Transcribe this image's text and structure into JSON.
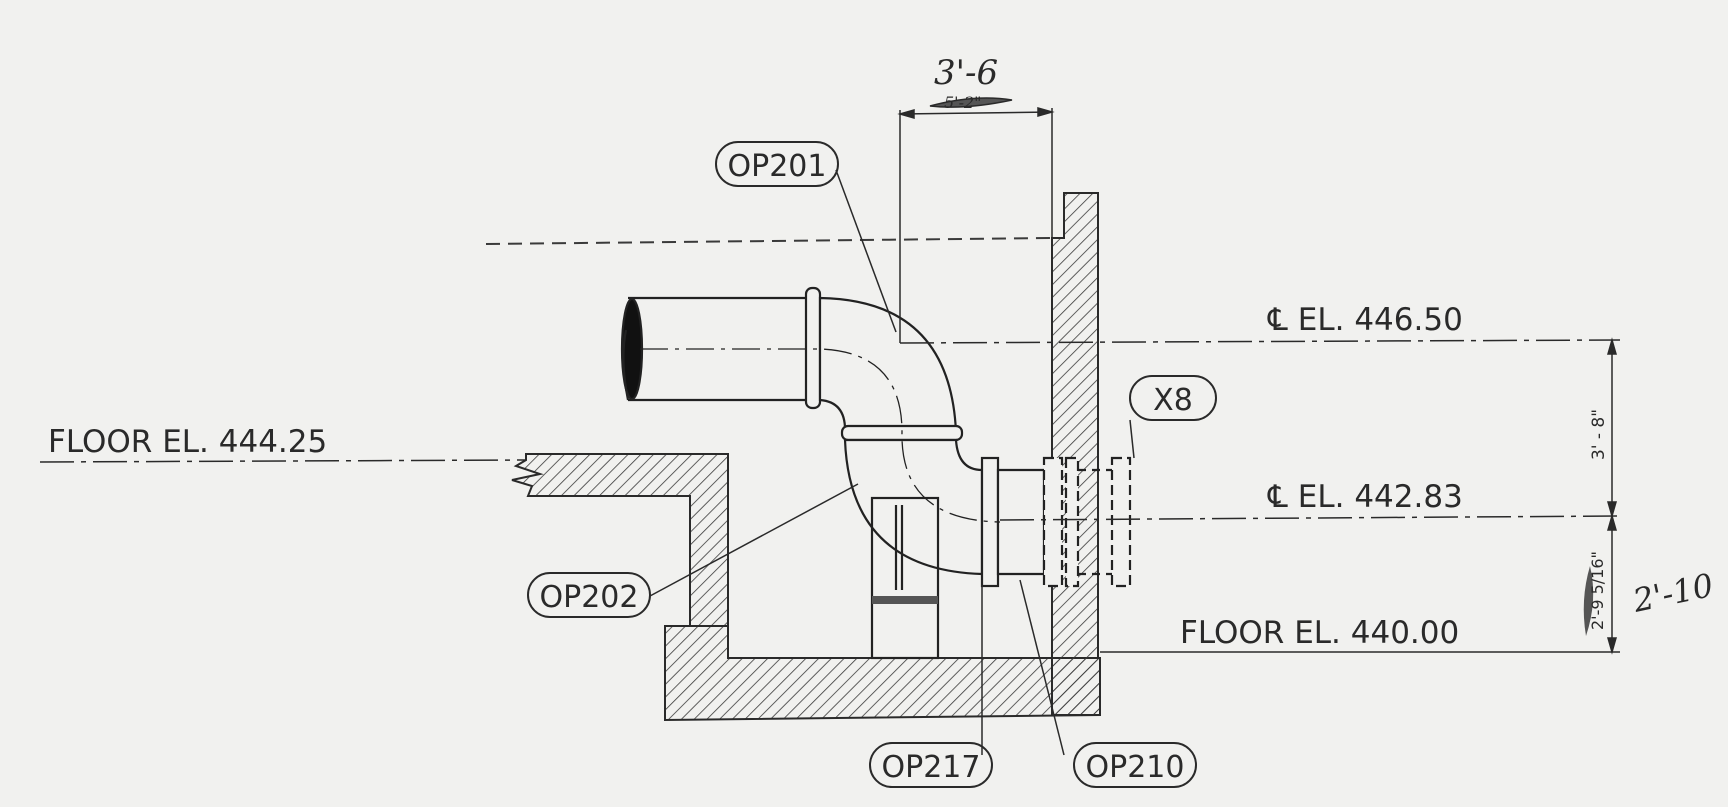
{
  "drawing": {
    "elevations": {
      "floor_upper": "FLOOR EL. 444.25",
      "cl_upper": "℄ EL. 446.50",
      "cl_lower": "℄ EL. 442.83",
      "floor_lower": "FLOOR EL. 440.00"
    },
    "dimensions": {
      "top_handwritten": "3'-6",
      "top_original_struck": "5'-2\"",
      "vertical_upper": "3' - 8\"",
      "vertical_lower_struck": "2'-9 5/16\"",
      "vertical_lower_handwritten": "2'-10"
    },
    "tags": {
      "op201": "OP201",
      "op202": "OP202",
      "op217": "OP217",
      "op210": "OP210",
      "x8": "X8"
    }
  }
}
